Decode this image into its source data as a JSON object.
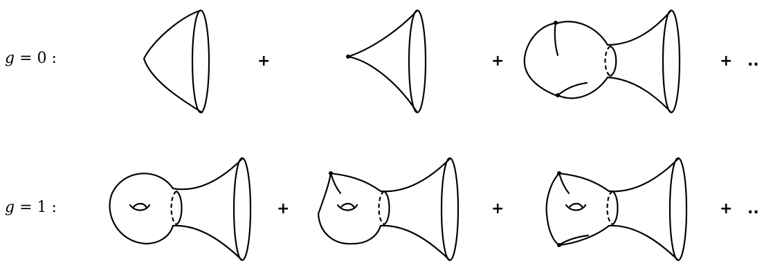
{
  "rows": [
    {
      "label_var": "g",
      "label_rest": " = 0 :",
      "terms": [
        "disk",
        "cone",
        "two-cusp-bulb"
      ],
      "plus": "+",
      "ellipsis": ".."
    },
    {
      "label_var": "g",
      "label_rest": " = 1 :",
      "terms": [
        "torus-bulb",
        "torus-bulb-one-cusp",
        "torus-bulb-two-cusps"
      ],
      "plus": "+",
      "ellipsis": ".."
    }
  ]
}
